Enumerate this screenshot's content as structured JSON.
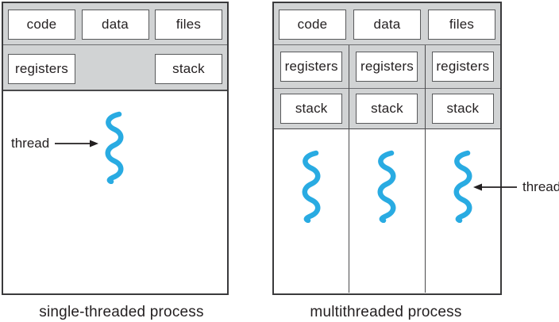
{
  "panels": {
    "left": {
      "top_row": [
        "code",
        "data",
        "files"
      ],
      "middle_row": [
        "registers",
        "stack"
      ],
      "thread_label": "thread",
      "caption": "single-threaded process"
    },
    "right": {
      "top_row": [
        "code",
        "data",
        "files"
      ],
      "threads": [
        {
          "registers": "registers",
          "stack": "stack"
        },
        {
          "registers": "registers",
          "stack": "stack"
        },
        {
          "registers": "registers",
          "stack": "stack"
        }
      ],
      "thread_label": "thread",
      "caption": "multithreaded process"
    }
  },
  "colors": {
    "thread_squiggle": "#29abe2",
    "panel_gray": "#d1d3d4",
    "outer_border": "#3a3a3c",
    "box_border": "#58595b",
    "arrow": "#231f20",
    "text": "#231f20"
  }
}
